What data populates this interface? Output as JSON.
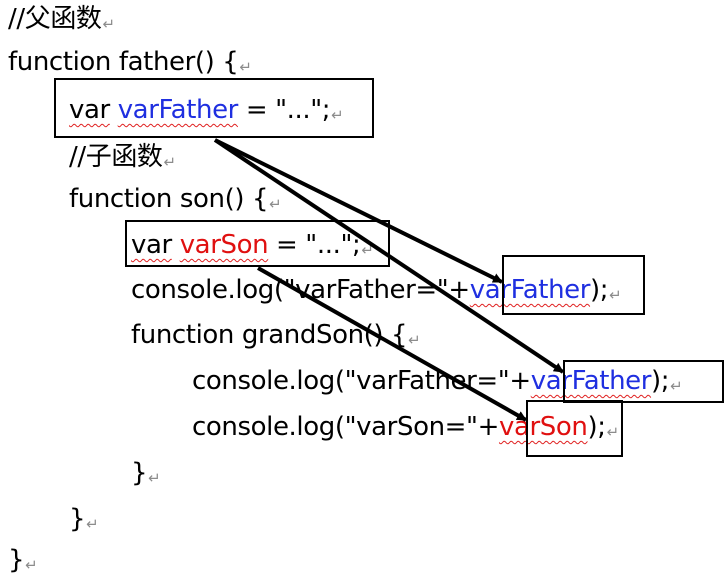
{
  "code_lines": [
    {
      "parts": [
        {
          "text": "//父函数"
        }
      ]
    },
    {
      "parts": [
        {
          "text": "function father() {"
        }
      ]
    },
    {
      "parts": [
        {
          "text": "var",
          "wavy": true
        },
        {
          "text": " "
        },
        {
          "text": "varFather",
          "color": "blue",
          "wavy": true
        },
        {
          "text": " = \"...\";"
        }
      ]
    },
    {
      "parts": [
        {
          "text": "//子函数"
        }
      ]
    },
    {
      "parts": [
        {
          "text": "function son() {"
        }
      ]
    },
    {
      "parts": [
        {
          "text": "var",
          "wavy": true
        },
        {
          "text": " "
        },
        {
          "text": "varSon",
          "color": "red",
          "wavy": true
        },
        {
          "text": " = \"...\";"
        }
      ]
    },
    {
      "parts": [
        {
          "text": "console.log(\"varFather=\"+"
        },
        {
          "text": "varFather",
          "color": "blue",
          "wavy": true
        },
        {
          "text": ");"
        }
      ]
    },
    {
      "parts": [
        {
          "text": "function grandSon() {"
        }
      ]
    },
    {
      "parts": [
        {
          "text": "console.log(\"varFather=\"+"
        },
        {
          "text": "varFather",
          "color": "blue",
          "wavy": true
        },
        {
          "text": ");"
        }
      ]
    },
    {
      "parts": [
        {
          "text": "console.log(\"varSon=\"+"
        },
        {
          "text": "varSon",
          "color": "red",
          "wavy": true
        },
        {
          "text": ");"
        }
      ]
    },
    {
      "parts": [
        {
          "text": "}"
        }
      ]
    },
    {
      "parts": [
        {
          "text": "}"
        }
      ]
    },
    {
      "parts": [
        {
          "text": "}"
        }
      ]
    }
  ],
  "paragraph_mark": "↵",
  "colors": {
    "variable_blue": "#1f2fe0",
    "variable_red": "#e01010",
    "box": "#000000",
    "arrow": "#000000"
  },
  "boxes": [
    {
      "name": "box-varfather-declaration"
    },
    {
      "name": "box-varson-declaration"
    },
    {
      "name": "box-varfather-in-son"
    },
    {
      "name": "box-varfather-in-grandson"
    },
    {
      "name": "box-varson-in-grandson"
    }
  ],
  "arrows": [
    {
      "name": "arrow-varfather-to-son-usage",
      "from": "box-varfather-declaration",
      "to": "box-varfather-in-son"
    },
    {
      "name": "arrow-varfather-to-grandson-usage",
      "from": "box-varfather-declaration",
      "to": "box-varfather-in-grandson"
    },
    {
      "name": "arrow-varson-to-grandson-usage",
      "from": "box-varson-declaration",
      "to": "box-varson-in-grandson"
    }
  ]
}
